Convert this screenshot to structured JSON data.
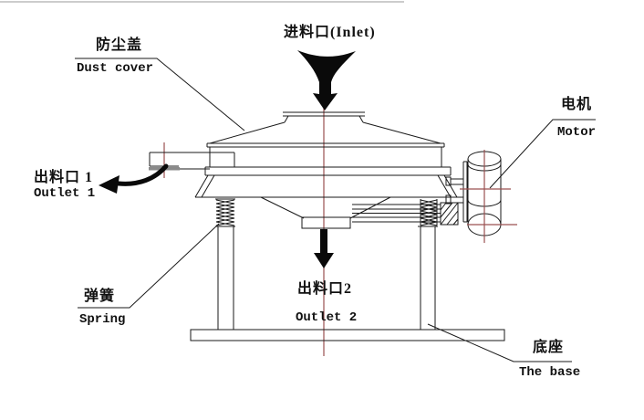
{
  "title": "Rotary vibrating sieve structure diagram",
  "colors": {
    "background": "#ffffff",
    "line": "#1a1a1a",
    "center_axis": "#9a5050",
    "label_text": "#111111",
    "scan_artifact": "#bbbbbb"
  },
  "labels": {
    "dust_cover": {
      "zh": "防尘盖",
      "en": "Dust cover"
    },
    "inlet": {
      "text": "进料口(Inlet)"
    },
    "motor": {
      "zh": "电机",
      "en": "Motor"
    },
    "outlet1": {
      "zh": "出料口 1",
      "en": "Outlet 1"
    },
    "spring": {
      "zh": "弹簧",
      "en": "Spring"
    },
    "outlet2": {
      "zh": "出料口2",
      "en": "Outlet 2"
    },
    "base": {
      "zh": "底座",
      "en": "The base"
    }
  }
}
